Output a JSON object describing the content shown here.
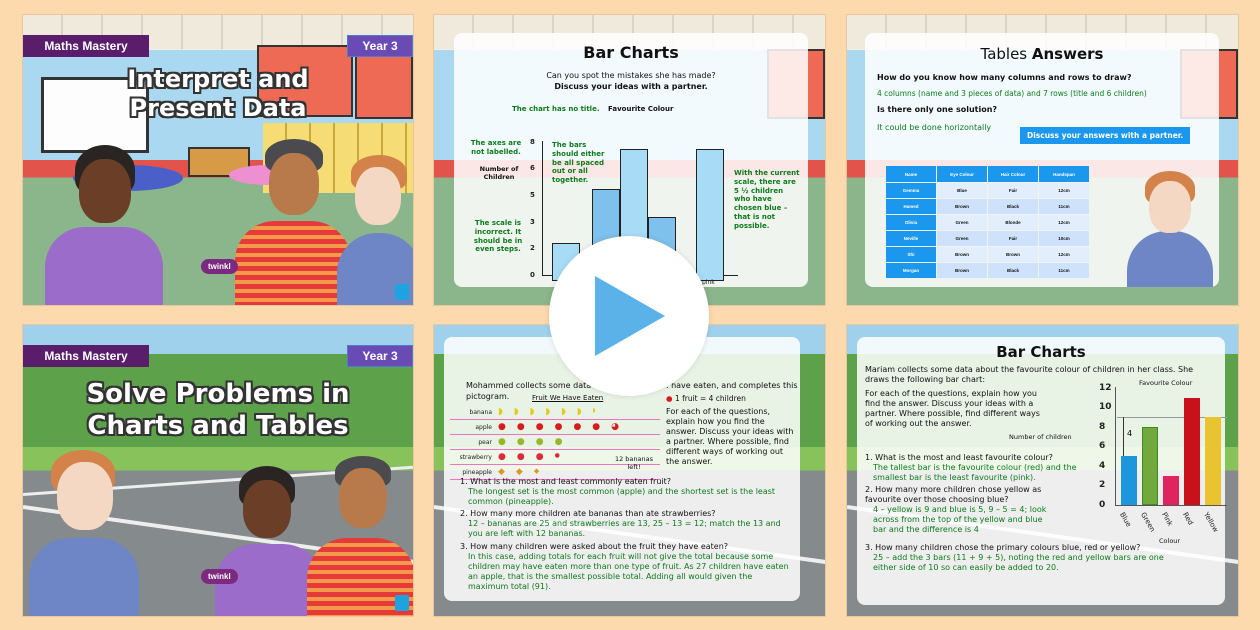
{
  "colors": {
    "background": "#fdd9ae",
    "badge_dark_purple": "#5a1d6c",
    "badge_purple": "#6a4bb5",
    "answer_green": "#0d7a1b",
    "table_blue": "#1c97ee",
    "play_triangle": "#5ab2e8"
  },
  "slides": [
    {
      "badge_left": "Maths Mastery",
      "badge_right": "Year 3",
      "title_line1": "Interpret and",
      "title_line2": "Present Data",
      "logo": "twinkl"
    },
    {
      "title": "Bar Charts",
      "prompt": "Can you spot the mistakes she has made?",
      "prompt_bold": "Discuss your ideas with a partner.",
      "note_title": "The chart has no title.",
      "chart_title": "Favourite Colour",
      "note_axes": "The axes are not labelled.",
      "y_label": "Number of Children",
      "note_bars": "The bars should either be all spaced out or all together.",
      "note_scale": "The scale is incorrect. It should be in even steps.",
      "note_half": "With the current scale, there are 5 ½ children who have chosen blue – that is not possible.",
      "y_ticks": [
        "8",
        "6",
        "5",
        "3",
        "2",
        "0"
      ],
      "x_labels": [
        "r",
        "pink"
      ]
    },
    {
      "title_regular": "Tables ",
      "title_bold": "Answers",
      "q1": "How do you know how many columns and rows to draw?",
      "a1": "4 columns (name and 3 pieces of data) and 7 rows (title and 6 children)",
      "q2": "Is there only one solution?",
      "a2": "It could be done horizontally",
      "discuss": "Discuss your answers with a partner.",
      "table": {
        "headers": [
          "Name",
          "Eye Colour",
          "Hair Colour",
          "Handspan"
        ],
        "rows": [
          [
            "Gemma",
            "Blue",
            "Fair",
            "12cm"
          ],
          [
            "Hamed",
            "Brown",
            "Black",
            "11cm"
          ],
          [
            "Olivia",
            "Green",
            "Blonde",
            "12cm"
          ],
          [
            "Neville",
            "Green",
            "Fair",
            "10cm"
          ],
          [
            "Shi",
            "Brown",
            "Brown",
            "12cm"
          ],
          [
            "Morgan",
            "Brown",
            "Black",
            "11cm"
          ]
        ]
      }
    },
    {
      "badge_left": "Maths Mastery",
      "badge_right": "Year 3",
      "title_line1": "Solve Problems in",
      "title_line2": "Charts and Tables",
      "logo": "twinkl"
    },
    {
      "intro": "Mohammed collects some data a… have eaten, and completes this pictogram.",
      "intro_left": "Mohammed collects some data a",
      "intro_right": ". have eaten, and completes this",
      "intro_line2": "pictogram.",
      "pictogram_title": "Fruit We Have Eaten",
      "key": "1 fruit = 4 children",
      "rows": [
        "banana",
        "apple",
        "pear",
        "strawberry",
        "pineapple"
      ],
      "annotation": "12 bananas left!",
      "instructions": "For each of the questions, explain how you find the answer. Discuss your ideas with a partner. Where possible, find different ways of working out the answer.",
      "questions": [
        {
          "q": "1. What is the most and least commonly eaten fruit?",
          "a": "The longest set is the most common (apple) and the shortest set is the least common (pineapple)."
        },
        {
          "q": "2. How many more children ate bananas than ate strawberries?",
          "a": "12 – bananas are 25 and strawberries are 13, 25 – 13 = 12; match the 13 and you are left with 12 bananas."
        },
        {
          "q": "3. How many children were asked about the fruit they have eaten?",
          "a": "In this case, adding totals for each fruit will not give the total because some children may have eaten more than one type of fruit. As 27 children have eaten an apple, that is the smallest possible total. Adding all would given the maximum total (91)."
        }
      ]
    },
    {
      "title": "Bar Charts",
      "intro": "Mariam collects some data about the favourite colour of children in her class. She draws the following bar chart:",
      "instructions": "For each of the questions, explain how you find the answer. Discuss your ideas with a partner. Where possible, find different ways of working out the answer.",
      "chart_title": "Favourite Colour",
      "y_label": "Number of children",
      "x_label": "Colour",
      "y_ticks": [
        "12",
        "10",
        "8",
        "6",
        "4",
        "2",
        "0"
      ],
      "diff_label": "4",
      "categories": [
        "Blue",
        "Green",
        "Pink",
        "Red",
        "Yellow"
      ],
      "questions": [
        {
          "q": "1. What is the most and least favourite colour?",
          "a": "The tallest bar is the favourite colour (red) and the smallest bar is the least favourite (pink)."
        },
        {
          "q": "2. How many more children chose yellow as favourite over those choosing blue?",
          "a": "4 – yellow is 9 and blue is 5, 9 – 5 = 4; look across from the top of the yellow and blue bar and the difference is 4"
        },
        {
          "q": "3. How many children chose the primary colours blue, red or yellow?",
          "a": "25 – add the 3 bars (11 + 9 + 5), noting the red and yellow bars are one either side of 10 so can easily be added to 20."
        }
      ]
    }
  ],
  "play_button": {
    "icon": "play-icon"
  },
  "chart_data": [
    {
      "type": "bar",
      "title": "Favourite Colour",
      "xlabel": "",
      "ylabel": "Number of Children",
      "categories": [
        "red",
        "blue",
        "?",
        "?",
        "pink"
      ],
      "values": [
        2.5,
        5.5,
        8,
        4.5,
        8
      ],
      "y_ticks": [
        0,
        2,
        3,
        5,
        6,
        8
      ],
      "ylim": [
        0,
        8
      ]
    },
    {
      "type": "bar",
      "title": "Favourite Colour",
      "xlabel": "Colour",
      "ylabel": "Number of children",
      "categories": [
        "Blue",
        "Green",
        "Pink",
        "Red",
        "Yellow"
      ],
      "values": [
        5,
        8,
        3,
        11,
        9
      ],
      "colors": [
        "#1e96dc",
        "#72a93c",
        "#e02460",
        "#c8111a",
        "#e9c430"
      ],
      "ylim": [
        0,
        12
      ],
      "y_ticks": [
        0,
        2,
        4,
        6,
        8,
        10,
        12
      ]
    }
  ]
}
